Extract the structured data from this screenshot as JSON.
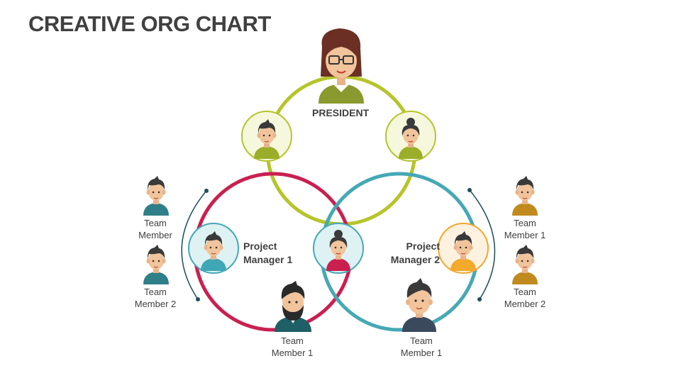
{
  "title": "CREATIVE ORG CHART",
  "president": {
    "label": "PRESIDENT"
  },
  "project_manager_1": {
    "line1": "Project",
    "line2": "Manager 1"
  },
  "project_manager_2": {
    "line1": "Project",
    "line2": "Manager 2"
  },
  "left_team": [
    {
      "line1": "Team",
      "line2": "Member"
    },
    {
      "line1": "Team",
      "line2": "Member 2"
    }
  ],
  "right_team": [
    {
      "line1": "Team",
      "line2": "Member 1"
    },
    {
      "line1": "Team",
      "line2": "Member 2"
    }
  ],
  "bottom_team": [
    {
      "line1": "Team",
      "line2": "Member 1"
    },
    {
      "line1": "Team",
      "line2": "Member 1"
    }
  ],
  "colors": {
    "top_circle": "#b5c52b",
    "left_circle": "#c9204f",
    "right_circle": "#46a8b5",
    "arc": "#1f4f5c",
    "text": "#404040"
  },
  "icons": {
    "president": "woman-with-glasses-avatar",
    "top_left": "man-avatar",
    "top_right": "woman-avatar",
    "pm1": "man-avatar",
    "center": "woman-avatar",
    "pm2": "man-avatar",
    "bearded": "bearded-man-avatar",
    "bottom_right": "man-avatar"
  }
}
